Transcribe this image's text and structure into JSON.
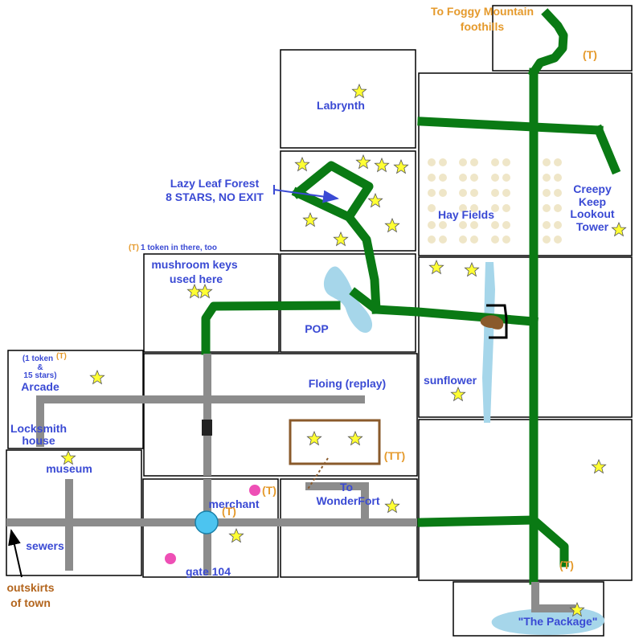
{
  "colors": {
    "path_outside": "#0a7a14",
    "path_town": "#8c8c8c",
    "water": "#a6d6ea",
    "star": "#ffff33",
    "label_blue": "#3a4ad4",
    "label_orange": "#e59a2c",
    "merchant_dot": "#ee4fb5",
    "gate_marker": "#4cc4f0",
    "hay": "#efe6c8"
  },
  "labels": {
    "foggy_line1": "To Foggy Mountain",
    "foggy_line2": "foothills",
    "foggy_token": "(T)",
    "labrynth": "Labrynth",
    "lazy_line1": "Lazy Leaf Forest",
    "lazy_line2": "8 STARS, NO EXIT",
    "hay_fields": "Hay Fields",
    "creepy_line1": "Creepy",
    "creepy_line2": "Keep",
    "creepy_line3": "Lookout",
    "creepy_line4": "Tower",
    "token_note_t": "(T)",
    "token_note": "1 token in there, too",
    "mushroom_line1": "mushroom keys",
    "mushroom_line2": "used here",
    "pop": "POP",
    "sunflower": "sunflower",
    "arcade_line1": "(1 token",
    "arcade_line1_t": "(T)",
    "arcade_line2": "&",
    "arcade_line3": "15 stars)",
    "arcade_line4": "Arcade",
    "floing": "Floing (replay)",
    "locksmith_line1": "Locksmith",
    "locksmith_line2": "house",
    "tt": "(TT)",
    "museum": "museum",
    "merchant": "merchant",
    "merchant_token": "(T)",
    "gate_token": "(T)",
    "to_line1": "To",
    "to_line2": "WonderFort",
    "se_token": "(T)",
    "sewers": "sewers",
    "gate104": "gate 104",
    "outskirts_line1": "outskirts",
    "outskirts_line2": "of town",
    "package": "\"The Package\""
  }
}
